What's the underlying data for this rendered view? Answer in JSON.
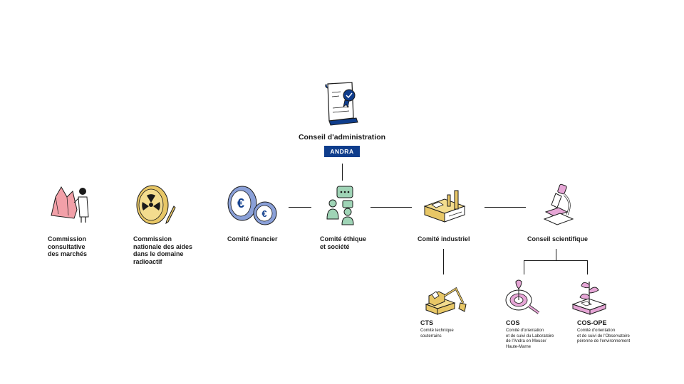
{
  "board": {
    "title": "Conseil d'administration",
    "badge": "ANDRA"
  },
  "committees": [
    {
      "label": "Commission\nconsultative\ndes marchés",
      "icon": "scientist-chart-icon"
    },
    {
      "label": "Commission\nnationale des aides\ndans le domaine\nradioactif",
      "icon": "radioactive-coin-icon"
    },
    {
      "label": "Comité financier",
      "icon": "euro-coins-icon"
    },
    {
      "label": "Comité éthique\net société",
      "icon": "people-chat-icon"
    },
    {
      "label": "Comité industriel",
      "icon": "factory-icon"
    },
    {
      "label": "Conseil scientifique",
      "icon": "microscope-icon"
    }
  ],
  "subcommittees": [
    {
      "label": "CTS",
      "description": "Comité technique\nsouterrains",
      "icon": "excavator-icon"
    },
    {
      "label": "COS",
      "description": "Comité d'orientation\net de suivi du Laboratoire\nde l'Andra en Meuse/\nHaute-Marne",
      "icon": "magnifier-icon"
    },
    {
      "label": "COS-OPE",
      "description": "Comité d'orientation\net de suivi de l'Observatoire\npérenne de l'environnement",
      "icon": "plant-icon"
    }
  ],
  "colors": {
    "andra_blue": "#0f3d8c",
    "coral": "#f2a0a8",
    "gold": "#e8c766",
    "periwinkle": "#8aa0d8",
    "mint": "#9fd4b6",
    "pink": "#e6a6d6",
    "line": "#1a1a1a"
  }
}
